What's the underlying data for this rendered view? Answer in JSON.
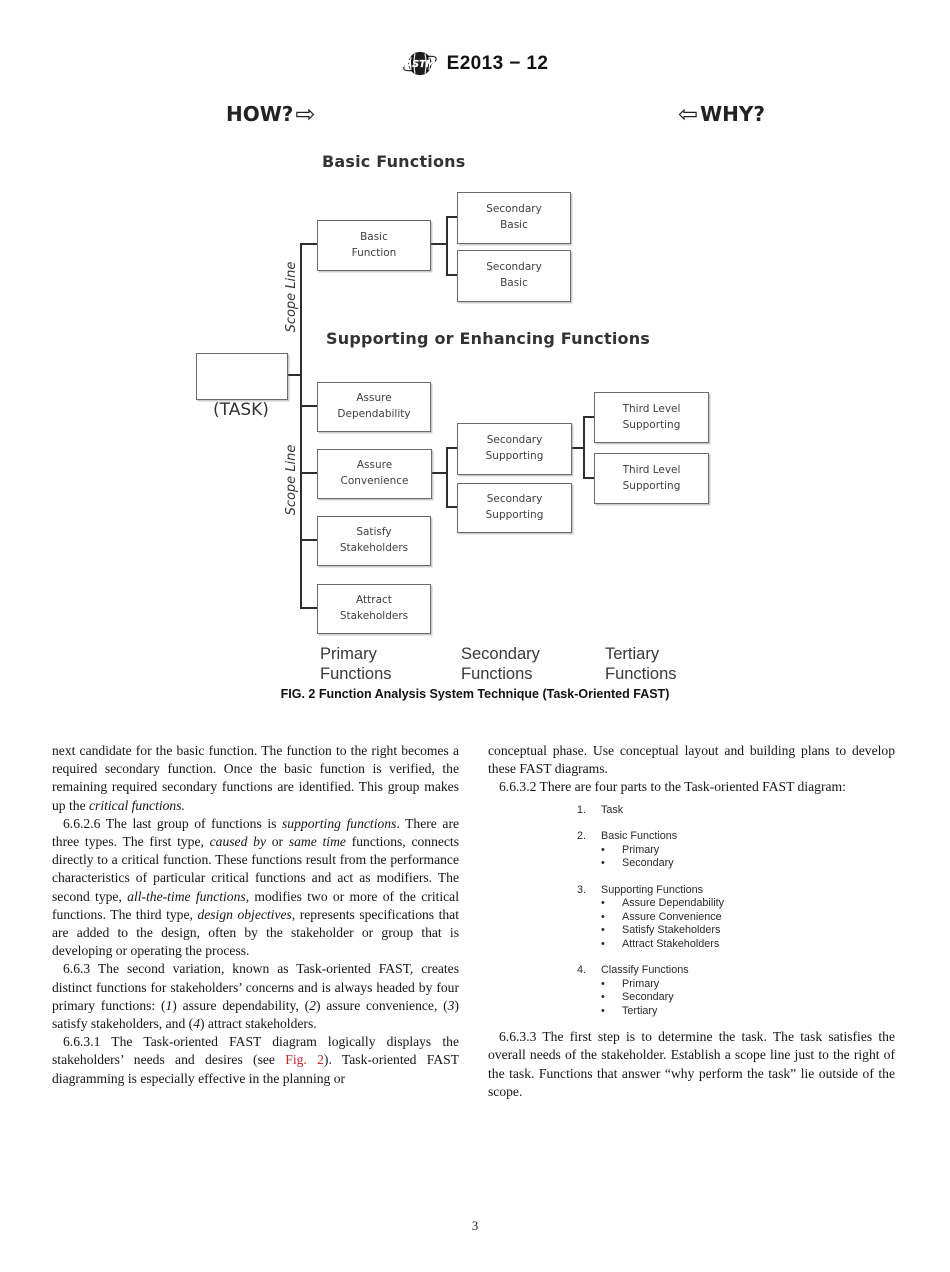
{
  "header": {
    "designation": "E2013 − 12"
  },
  "figure": {
    "how": {
      "label": "HOW?",
      "arrow": "⇨"
    },
    "why": {
      "label": "WHY?",
      "arrow": "⇦"
    },
    "section_basic": "Basic Functions",
    "section_supporting": "Supporting or Enhancing Functions",
    "task_label": "(TASK)",
    "scope_line": "Scope Line",
    "boxes": {
      "basic_function": "Basic\nFunction",
      "secondary_basic": "Secondary\nBasic",
      "assure_dependability": "Assure\nDependability",
      "assure_convenience": "Assure\nConvenience",
      "satisfy_stakeholders": "Satisfy\nStakeholders",
      "attract_stakeholders": "Attract\nStakeholders",
      "secondary_supporting": "Secondary\nSupporting",
      "third_level_supporting": "Third Level\nSupporting"
    },
    "column_labels": {
      "primary": "Primary\nFunctions",
      "secondary": "Secondary\nFunctions",
      "tertiary": "Tertiary\nFunctions"
    },
    "caption": "FIG. 2 Function Analysis System Technique (Task-Oriented FAST)"
  },
  "body": {
    "left": [
      {
        "segments": [
          {
            "t": "next candidate for the basic function. The function to the right becomes a required secondary function. Once the basic function is verified, the remaining required secondary functions are identified. This group makes up the "
          },
          {
            "t": "critical functions.",
            "style": "italic"
          }
        ]
      },
      {
        "indent": true,
        "segments": [
          {
            "t": "6.6.2.6 The last group of functions is "
          },
          {
            "t": "supporting functions",
            "style": "italic"
          },
          {
            "t": ". There are three types. The first type, "
          },
          {
            "t": "caused by",
            "style": "italic"
          },
          {
            "t": " or "
          },
          {
            "t": "same time",
            "style": "italic"
          },
          {
            "t": " functions, connects directly to a critical function. These functions result from the performance characteristics of particular critical functions and act as modifiers. The second type, "
          },
          {
            "t": "all-the-time functions",
            "style": "italic"
          },
          {
            "t": ", modifies two or more of the critical functions. The third type, "
          },
          {
            "t": "design objectives",
            "style": "italic"
          },
          {
            "t": ", represents specifications that are added to the design, often by the stakeholder or group that is developing or operating the process."
          }
        ]
      },
      {
        "indent": true,
        "segments": [
          {
            "t": "6.6.3 The second variation, known as Task-oriented FAST, creates distinct functions for stakeholders’ concerns and is always headed by four primary functions: ("
          },
          {
            "t": "1",
            "style": "italic"
          },
          {
            "t": ") assure dependability, ("
          },
          {
            "t": "2",
            "style": "italic"
          },
          {
            "t": ") assure convenience, ("
          },
          {
            "t": "3",
            "style": "italic"
          },
          {
            "t": ") satisfy stakeholders, and ("
          },
          {
            "t": "4",
            "style": "italic"
          },
          {
            "t": ") attract stakeholders."
          }
        ]
      },
      {
        "indent": true,
        "segments": [
          {
            "t": "6.6.3.1 The Task-oriented FAST diagram logically displays the stakeholders’ needs and desires (see "
          },
          {
            "t": "Fig. 2",
            "style": "link"
          },
          {
            "t": "). Task-oriented FAST diagramming is especially effective in the planning or"
          }
        ]
      }
    ],
    "right": [
      {
        "segments": [
          {
            "t": "conceptual phase. Use conceptual layout and building plans to develop these FAST diagrams."
          }
        ]
      },
      {
        "indent": true,
        "segments": [
          {
            "t": "6.6.3.2 There are four parts to the Task-oriented FAST diagram:"
          }
        ]
      },
      {
        "indent": true,
        "segments": [
          {
            "t": "6.6.3.3 The first step is to determine the task. The task satisfies the overall needs of the stakeholder. Establish a scope line just to the right of the task. Functions that answer “why perform the task” lie outside of the scope."
          }
        ]
      }
    ]
  },
  "list": {
    "bullet_glyph": "•",
    "items": [
      {
        "num": "1.",
        "label": "Task",
        "bullets": []
      },
      {
        "num": "2.",
        "label": "Basic Functions",
        "bullets": [
          "Primary",
          "Secondary"
        ]
      },
      {
        "num": "3.",
        "label": "Supporting Functions",
        "bullets": [
          "Assure Dependability",
          "Assure Convenience",
          "Satisfy Stakeholders",
          "Attract Stakeholders"
        ]
      },
      {
        "num": "4.",
        "label": "Classify Functions",
        "bullets": [
          "Primary",
          "Secondary",
          "Tertiary"
        ]
      }
    ]
  },
  "footer": {
    "page_number": "3"
  },
  "colors": {
    "link_red": "#c1282d",
    "line": "#2e2e2e",
    "box_border": "#6b6b6b"
  }
}
